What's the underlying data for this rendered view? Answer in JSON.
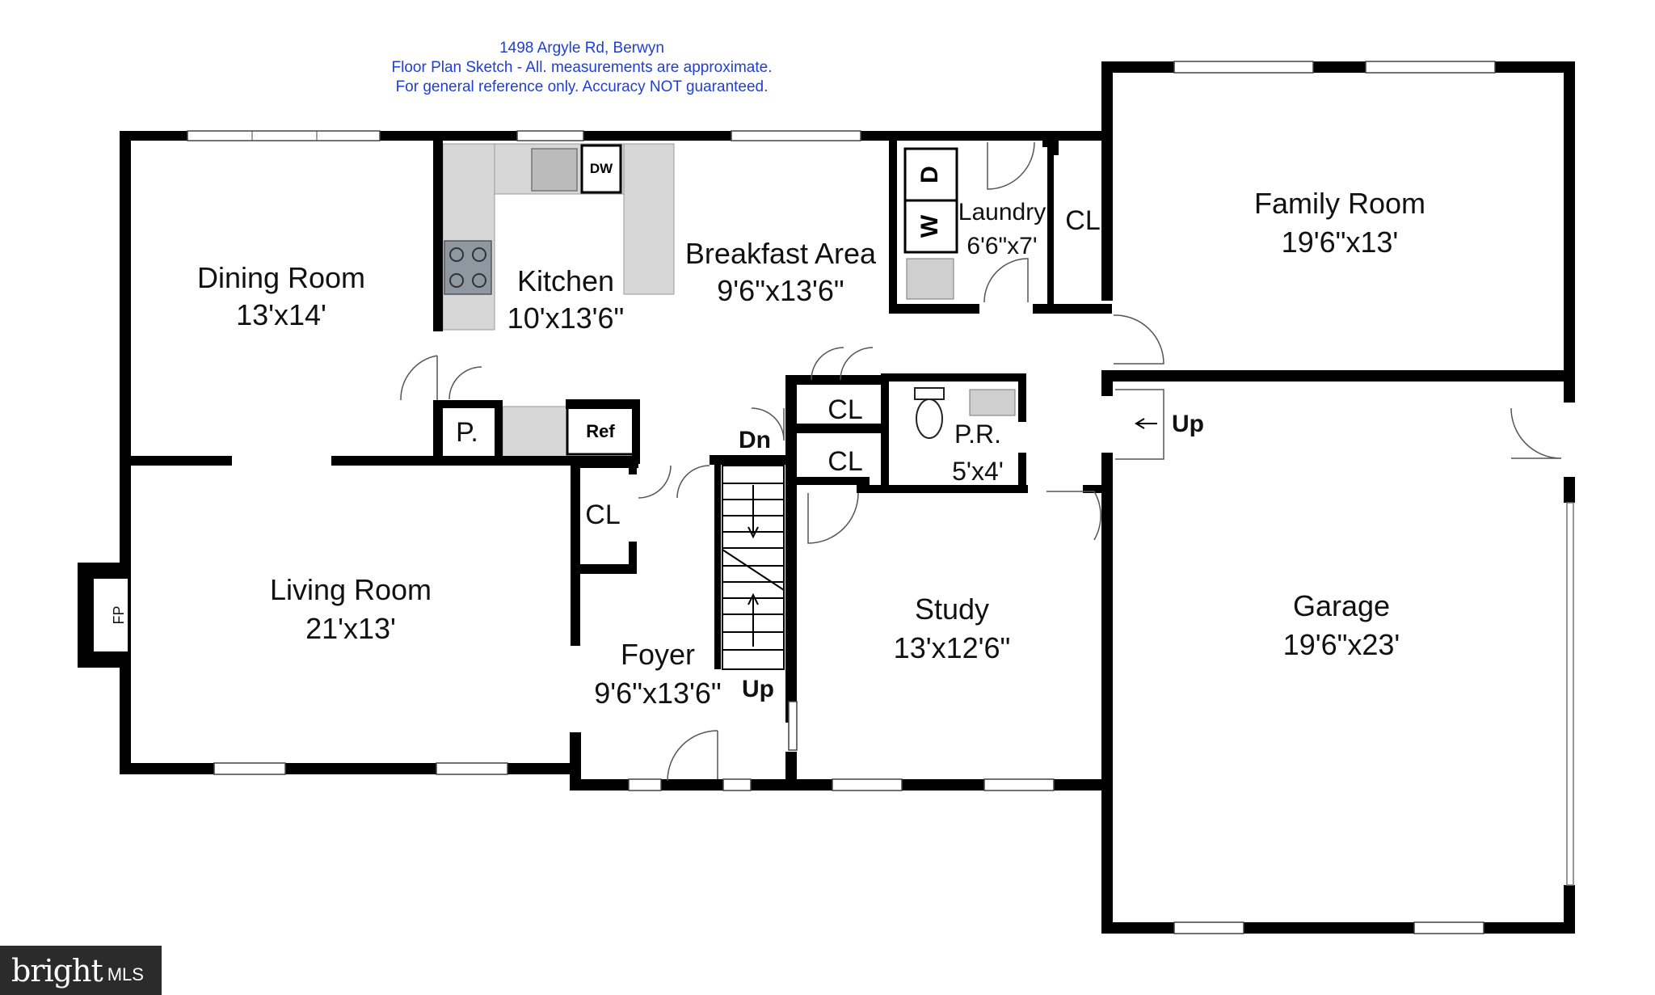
{
  "header": {
    "address": "1498 Argyle Rd, Berwyn",
    "disclaimer_line1": "Floor Plan Sketch - All. measurements are approximate.",
    "disclaimer_line2": "For general reference only. Accuracy NOT guaranteed."
  },
  "rooms": {
    "dining": {
      "name": "Dining Room",
      "dim": "13'x14'"
    },
    "kitchen": {
      "name": "Kitchen",
      "dim": "10'x13'6\""
    },
    "breakfast": {
      "name": "Breakfast Area",
      "dim": "9'6\"x13'6\""
    },
    "laundry": {
      "name": "Laundry",
      "dim": "6'6\"x7'"
    },
    "family": {
      "name": "Family Room",
      "dim": "19'6\"x13'"
    },
    "living": {
      "name": "Living Room",
      "dim": "21'x13'"
    },
    "foyer": {
      "name": "Foyer",
      "dim": "9'6\"x13'6\""
    },
    "study": {
      "name": "Study",
      "dim": "13'x12'6\""
    },
    "garage": {
      "name": "Garage",
      "dim": "19'6\"x23'"
    },
    "powder": {
      "name": "P.R.",
      "dim": "5'x4'"
    }
  },
  "labels": {
    "closet": "CL",
    "pantry": "P.",
    "refrigerator": "Ref",
    "dishwasher": "DW",
    "dryer": "D",
    "washer": "W",
    "fireplace": "FP",
    "stairs_up": "Up",
    "stairs_down": "Dn",
    "garage_up": "Up"
  },
  "logo": {
    "brand": "bright",
    "suffix": "MLS"
  },
  "colors": {
    "wall": "#000000",
    "header_text": "#1f3fd6",
    "counter": "#d7d7d7"
  }
}
